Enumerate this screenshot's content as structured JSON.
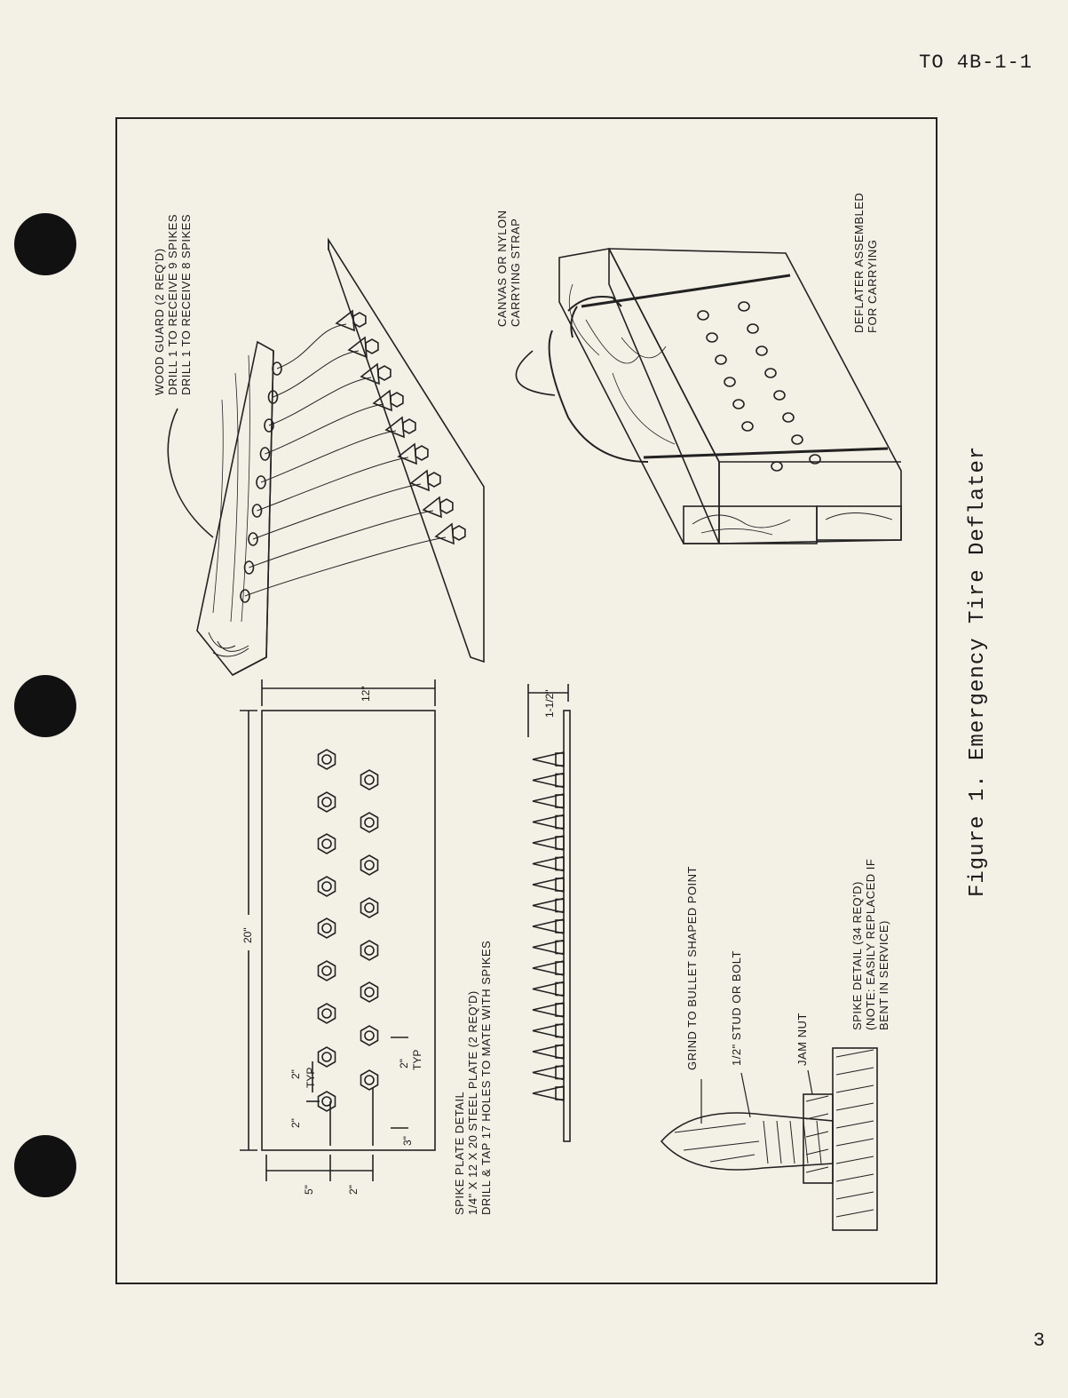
{
  "header": {
    "doc_number": "TO 4B-1-1"
  },
  "figure": {
    "caption": "Figure 1.  Emergency Tire Deflater"
  },
  "labels": {
    "wood_guard": [
      "WOOD GUARD (2 REQ'D)",
      "DRILL 1 TO RECEIVE 9 SPIKES",
      "DRILL 1 TO RECEIVE 8 SPIKES"
    ],
    "strap": [
      "CANVAS OR NYLON",
      "CARRYING STRAP"
    ],
    "assembled": [
      "DEFLATER ASSEMBLED",
      "FOR CARRYING"
    ],
    "spike_plate": [
      "SPIKE PLATE DETAIL",
      "1/4\" X 12 X 20 STEEL PLATE (2 REQ'D)",
      "DRILL & TAP 17 HOLES TO MATE WITH SPIKES"
    ],
    "grind": "GRIND TO BULLET SHAPED POINT",
    "stud": "1/2\" STUD OR BOLT",
    "jam_nut": "JAM NUT",
    "spike_detail": [
      "SPIKE DETAIL (34 REQ'D)",
      "(NOTE: EASILY REPLACED IF",
      "BENT IN SERVICE)"
    ]
  },
  "dimensions": {
    "length": "20\"",
    "width": "12\"",
    "edge_5": "5\"",
    "row_gap": "2\"",
    "offset_2": "2\"",
    "offset_3": "3\"",
    "typ_2": "2\"",
    "typ": "TYP",
    "height": "1-1/2\""
  },
  "page": {
    "number": "3"
  }
}
